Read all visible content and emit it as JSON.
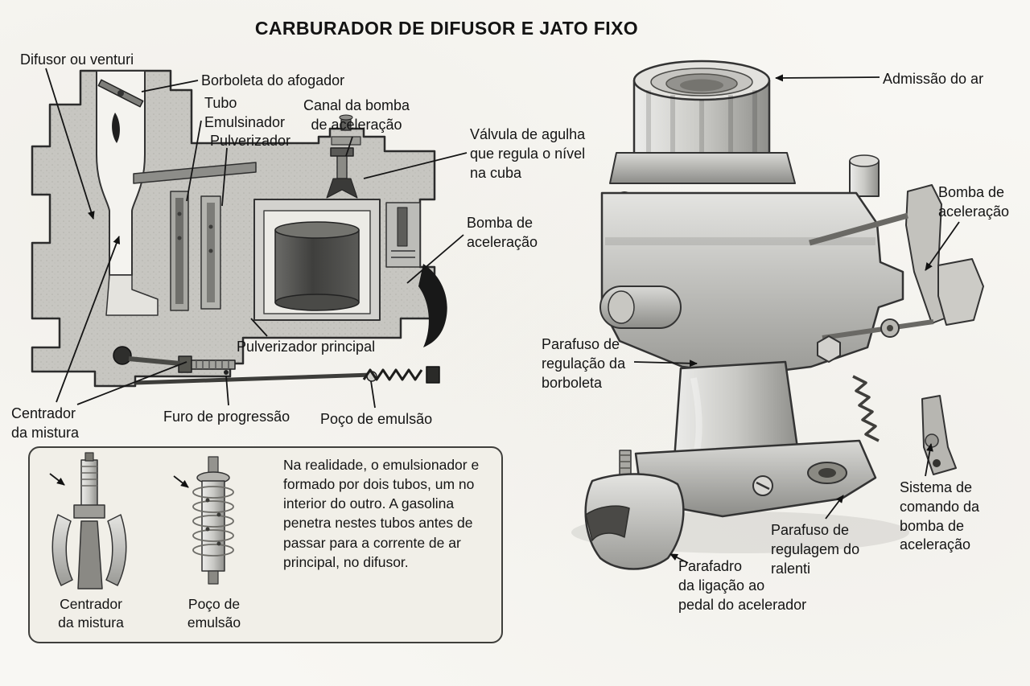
{
  "title": "CARBURADOR DE DIFUSOR E JATO FIXO",
  "left_diagram": {
    "labels": {
      "difusor": "Difusor ou venturi",
      "borboleta": "Borboleta do afogador",
      "tubo_emulsinador": "Tubo\nEmulsinador",
      "pulverizador": "Pulverizador",
      "canal_bomba": "Canal da bomba\nde aceleração",
      "valvula_agulha": "Válvula de agulha\nque regula o nível\nna cuba",
      "bomba_aceleracao": "Bomba de\naceleração",
      "pulverizador_principal": "Pulverizador principal",
      "centrador": "Centrador\nda mistura",
      "furo_progressao": "Furo de progressão",
      "poco_emulsao": "Poço de emulsão"
    }
  },
  "inset": {
    "caption_centrador": "Centrador\nda mistura",
    "caption_poco": "Poço de\nemulsão",
    "paragraph": "Na realidade, o emulsionador e formado por dois tubos, um no interior do outro. A gasolina penetra nestes tubos antes de passar para a corrente de ar principal, no difusor."
  },
  "right_diagram": {
    "labels": {
      "admissao_ar": "Admissão do ar",
      "bomba_aceleracao": "Bomba de\naceleração",
      "parafuso_borboleta": "Parafuso de\nregulação da\nborboleta",
      "sistema_comando": "Sistema de\ncomando da\nbomba de\naceleração",
      "parafuso_ralenti": "Parafuso de\nregulagem do\nralenti",
      "parafuso_pedal": "Parafadro\nda ligação ao\npedal do acelerador"
    }
  },
  "colors": {
    "ink": "#141414",
    "paper": "#f8f7f3",
    "inset_bg": "#f1efe8"
  }
}
